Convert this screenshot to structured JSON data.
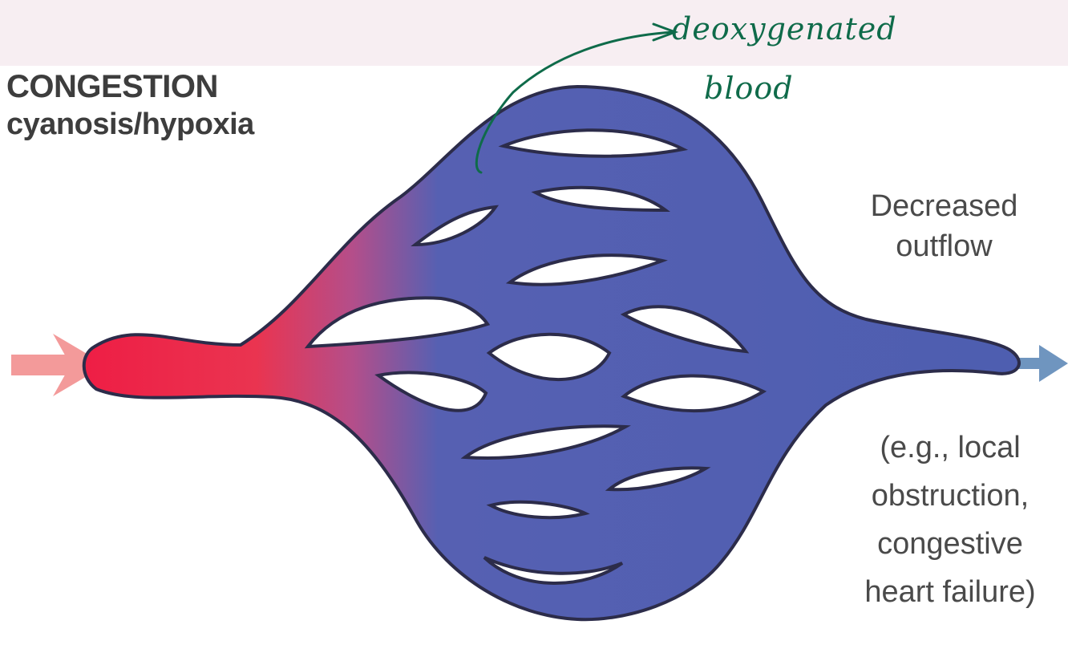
{
  "heading": {
    "title": "CONGESTION",
    "subtitle": "cyanosis/hypoxia"
  },
  "labels": {
    "outflow": [
      "Decreased",
      "outflow"
    ],
    "examples": [
      "(e.g., local",
      "obstruction,",
      "congestive",
      "heart failure)"
    ]
  },
  "annotation": {
    "line1": "deoxygenated",
    "line2": "blood"
  },
  "colors": {
    "oxygenated": "#e8344f",
    "deoxygenated": "#4d5eb0",
    "inflow_arrow": "#f39a9a",
    "outflow_arrow": "#6f95bf",
    "annotation_ink": "#0f6b4a"
  }
}
